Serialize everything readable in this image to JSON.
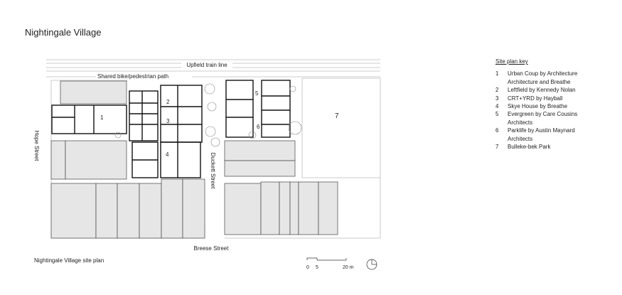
{
  "title": "Nightingale Village",
  "caption": "Nightingale Village site plan",
  "labels": {
    "train_line": "Upfield train line",
    "path": "Shared bike/pedestrian path",
    "hope_street": "Hope Street",
    "duckett_street": "Duckett Street",
    "breese_street": "Breese Street"
  },
  "site_numbers": [
    "1",
    "2",
    "3",
    "4",
    "5",
    "6",
    "7"
  ],
  "scale_bar": {
    "ticks": [
      "0",
      "5",
      "20 m"
    ]
  },
  "north_icon": "north-arrow-icon",
  "colors": {
    "building_fill": "#e6e6e6",
    "line": "#111111"
  },
  "key": {
    "title": "Site plan key",
    "items": [
      {
        "num": "1",
        "label": "Urban Coup by Architecture Architecture and Breathe"
      },
      {
        "num": "2",
        "label": "Leftfield by Kennedy Nolan"
      },
      {
        "num": "3",
        "label": "CRT+YRD by Hayball"
      },
      {
        "num": "4",
        "label": "Skye House by Breathe"
      },
      {
        "num": "5",
        "label": "Evergreen by Care Cousins Architects"
      },
      {
        "num": "6",
        "label": "Parklife by Austin Maynard Architects"
      },
      {
        "num": "7",
        "label": "Bulleke-bek Park"
      }
    ]
  }
}
